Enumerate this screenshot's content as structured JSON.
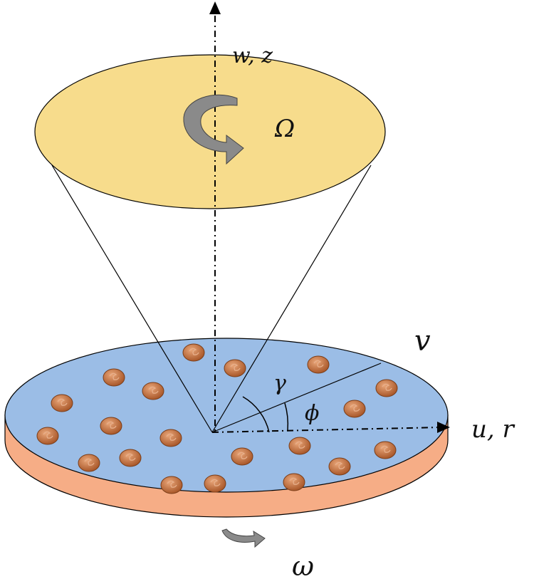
{
  "labels": {
    "axis_vertical": "w, z",
    "axis_radial": "u, r",
    "cone_rotation": "Ω",
    "disk_rotation": "ω",
    "azimuthal": "v",
    "cone_angle": "γ",
    "gap_angle": "ϕ"
  },
  "colors": {
    "cone_top": "#f7dc8c",
    "disk_top": "#9bbde6",
    "disk_side": "#f6ad86",
    "particle": "#c87a45",
    "arrow_gray": "#808080",
    "line": "#000000"
  },
  "icons": {
    "rotation_arrow": "curved-arrow-icon",
    "particle": "nanoparticle-icon"
  }
}
